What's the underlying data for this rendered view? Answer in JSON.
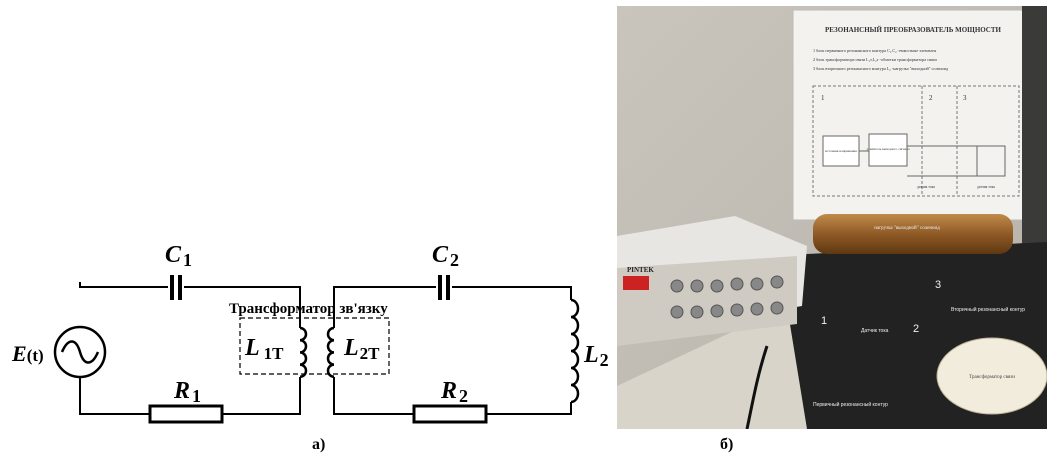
{
  "circuit": {
    "source_label": "E",
    "source_arg": "(t)",
    "c1": {
      "main": "C",
      "sub": "1"
    },
    "r1": {
      "main": "R",
      "sub": "1"
    },
    "c2": {
      "main": "C",
      "sub": "2"
    },
    "r2": {
      "main": "R",
      "sub": "2"
    },
    "l1t": {
      "main": "L",
      "sub": "1T"
    },
    "l2t": {
      "main": "L",
      "sub": "2T"
    },
    "l2": {
      "main": "L",
      "sub": "2"
    },
    "transformer_label": "Трансформатор зв'язку"
  },
  "captions": {
    "a": "а)",
    "b": "б)"
  },
  "photo": {
    "poster_title": "РЕЗОНАНСНЫЙ ПРЕОБРАЗОВАТЕЛЬ МОЩНОСТИ",
    "poster_legend": [
      "1 блок первичного резонансного контура   C₁,C₂ -емкостные элементы",
      "2 блок трансформатора связи   L₁т,L₂т -обмотки трансформатора связи",
      "3 блок вторичного резонансного контура   L₂ -нагрузка \"выходной\" соленоид"
    ],
    "poster_blocks": [
      "источник напряжения",
      "усилитель выходного сигнала"
    ],
    "poster_sections": [
      "1",
      "2",
      "3"
    ],
    "poster_sensor": "датчик тока",
    "solenoid_label": "нагрузка \"выходной\" соленоид",
    "generator_brand": "PINTEK",
    "board_labels": [
      "1",
      "2",
      "3",
      "Вторичный резонансный контур",
      "Первичный резонансный контур",
      "Датчик тока",
      "Трансформатор связи"
    ]
  }
}
